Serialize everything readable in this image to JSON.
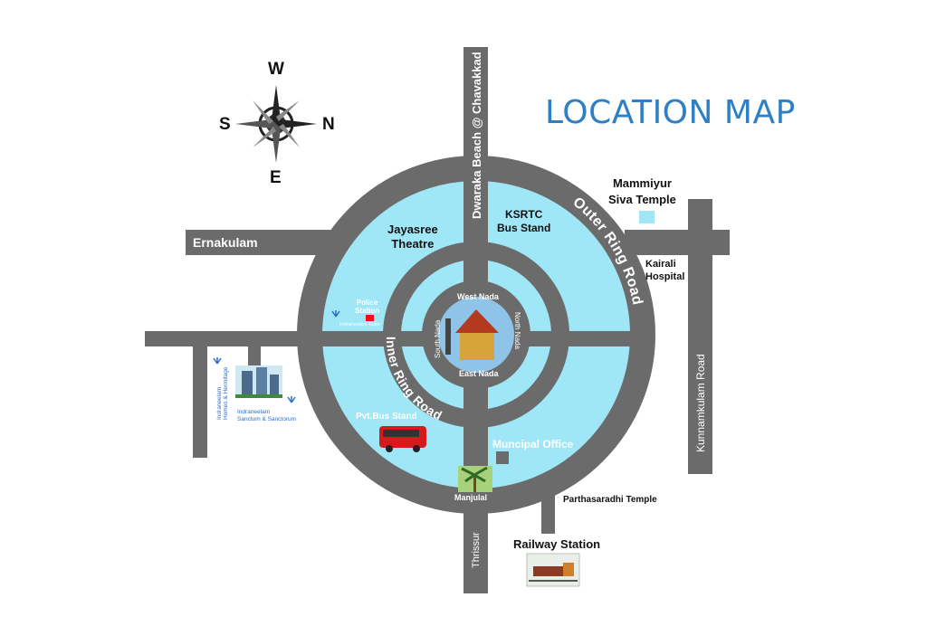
{
  "title": "LOCATION MAP",
  "compass": {
    "top": "W",
    "left": "S",
    "right": "N",
    "bottom": "E"
  },
  "roads": {
    "north": "Dwaraka Beach @ Chavakkad",
    "west": "Ernakulam",
    "south": "Thrissur",
    "east": "Kunnamkulam Road",
    "outer_ring": "Outer Ring Road",
    "inner_ring": "Inner Ring Road"
  },
  "nadas": {
    "west": "West Nada",
    "east": "East Nada",
    "north": "North Nada",
    "south": "South Nada"
  },
  "landmarks": {
    "jayasree": [
      "Jayasree",
      "Theatre"
    ],
    "ksrtc": [
      "KSRTC",
      "Bus Stand"
    ],
    "mammiyur": [
      "Mammiyur",
      "Siva Temple"
    ],
    "kairali": [
      "Kairali",
      "Hospital"
    ],
    "police": [
      "Police",
      "Station"
    ],
    "indraneelam_suite": "Indraneelam Suite",
    "homes": [
      "Indraneelam",
      "Homes & Hermitage"
    ],
    "sanctum": [
      "Indraneelam",
      "Sanctum & Sanctorum"
    ],
    "pvt_bus": "Pvt.Bus Stand",
    "muncipal": "Muncipal Office",
    "manjulal": "Manjulal",
    "parthasaradhi": "Parthasaradhi Temple",
    "railway": "Railway Station"
  },
  "colors": {
    "road": "#6b6b6b",
    "water": "#9fe6f7",
    "title": "#2f7fc4",
    "marker_red": "#e8141b",
    "marker_cyan": "#9fe6f7"
  }
}
